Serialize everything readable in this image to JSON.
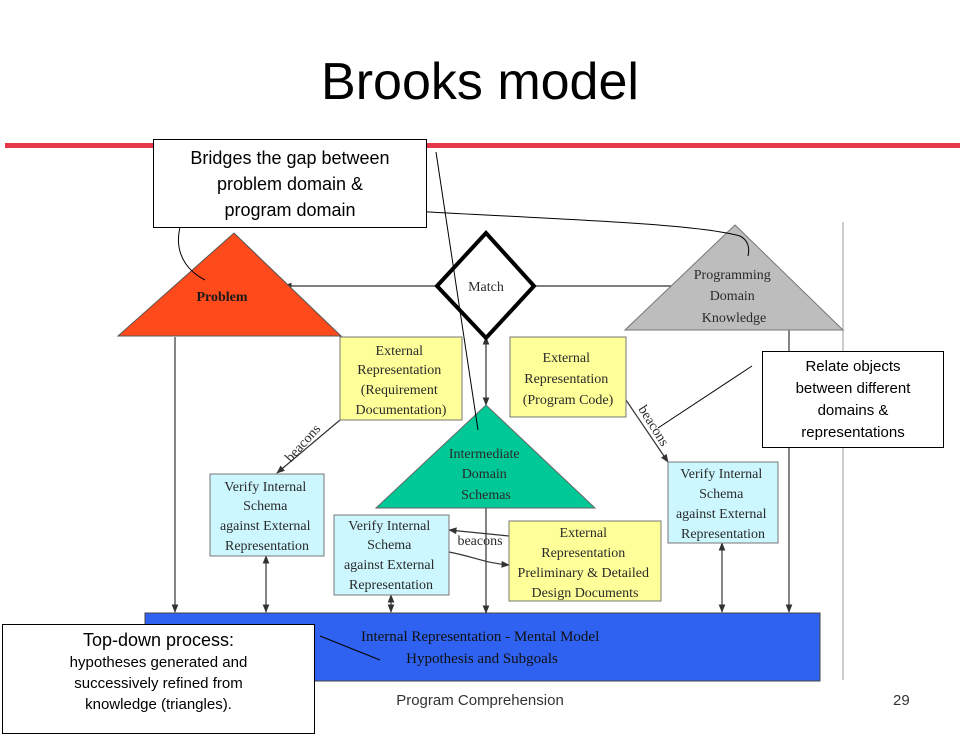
{
  "slide": {
    "title": "Brooks model",
    "footer": "Program Comprehension",
    "page_number": "29"
  },
  "diagram": {
    "problem": "Problem",
    "match": "Match",
    "programming_domain": [
      "Programming",
      "Domain",
      "Knowledge"
    ],
    "ext_req": [
      "External",
      "Representation",
      "(Requirement",
      "Documentation)"
    ],
    "ext_code": [
      "External",
      "Representation",
      "(Program Code)"
    ],
    "intermediate": [
      "Intermediate",
      "Domain",
      "Schemas"
    ],
    "verify_left": [
      "Verify Internal",
      "Schema",
      "against External",
      "Representation"
    ],
    "verify_mid": [
      "Verify Internal",
      "Schema",
      "against External",
      "Representation"
    ],
    "verify_right": [
      "Verify Internal",
      "Schema",
      "against External",
      "Representation"
    ],
    "ext_design": [
      "External",
      "Representation",
      "Preliminary & Detailed",
      "Design Documents"
    ],
    "beacons": "beacons",
    "mental_model": [
      "Internal Representation - Mental Model",
      "Hypothesis and Subgoals"
    ]
  },
  "callouts": {
    "bridges": [
      "Bridges the gap between",
      "problem domain &",
      "program domain"
    ],
    "relate": [
      "Relate objects",
      "between different",
      "domains &",
      "representations"
    ],
    "topdown_head": "Top-down process:",
    "topdown_body": [
      "hypotheses generated and",
      "successively refined from",
      "knowledge (triangles)."
    ]
  },
  "colors": {
    "accent_rule": "#e8364a",
    "problem": "#ff4a1c",
    "programming_knowledge": "#bdbdbd",
    "intermediate": "#00c896",
    "external_box": "#ffff99",
    "verify_box": "#ccf7ff",
    "mental_model": "#2f62f0"
  }
}
